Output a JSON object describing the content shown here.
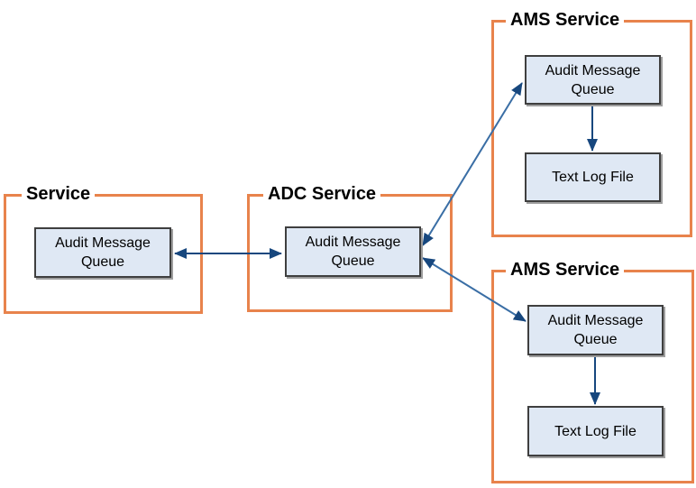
{
  "diagram": {
    "colors": {
      "container_border": "#E8834C",
      "node_fill": "#DFE8F4",
      "node_border": "#3F3F3F",
      "node_shadow": "#9E9E9E",
      "arrow_dark": "#17477E",
      "arrow_light": "#3A6EA5",
      "title_text": "#000000",
      "node_text": "#000000",
      "background": "#FFFFFF"
    },
    "containers": [
      {
        "title": "Service",
        "nodes": [
          {
            "label": "Audit Message Queue"
          }
        ]
      },
      {
        "title": "ADC Service",
        "nodes": [
          {
            "label": "Audit Message Queue"
          }
        ]
      },
      {
        "title": "AMS Service",
        "nodes": [
          {
            "label": "Audit Message Queue"
          },
          {
            "label": "Text Log File"
          }
        ]
      },
      {
        "title": "AMS Service",
        "nodes": [
          {
            "label": "Audit Message Queue"
          },
          {
            "label": "Text Log File"
          }
        ]
      }
    ],
    "edges": [
      {
        "from": "service-audit-message-queue",
        "to": "adc-audit-message-queue",
        "direction": "bidirectional"
      },
      {
        "from": "adc-audit-message-queue",
        "to": "ams-top-audit-message-queue",
        "direction": "bidirectional"
      },
      {
        "from": "adc-audit-message-queue",
        "to": "ams-bottom-audit-message-queue",
        "direction": "bidirectional"
      },
      {
        "from": "ams-top-audit-message-queue",
        "to": "ams-top-text-log-file",
        "direction": "one-way"
      },
      {
        "from": "ams-bottom-audit-message-queue",
        "to": "ams-bottom-text-log-file",
        "direction": "one-way"
      }
    ]
  }
}
